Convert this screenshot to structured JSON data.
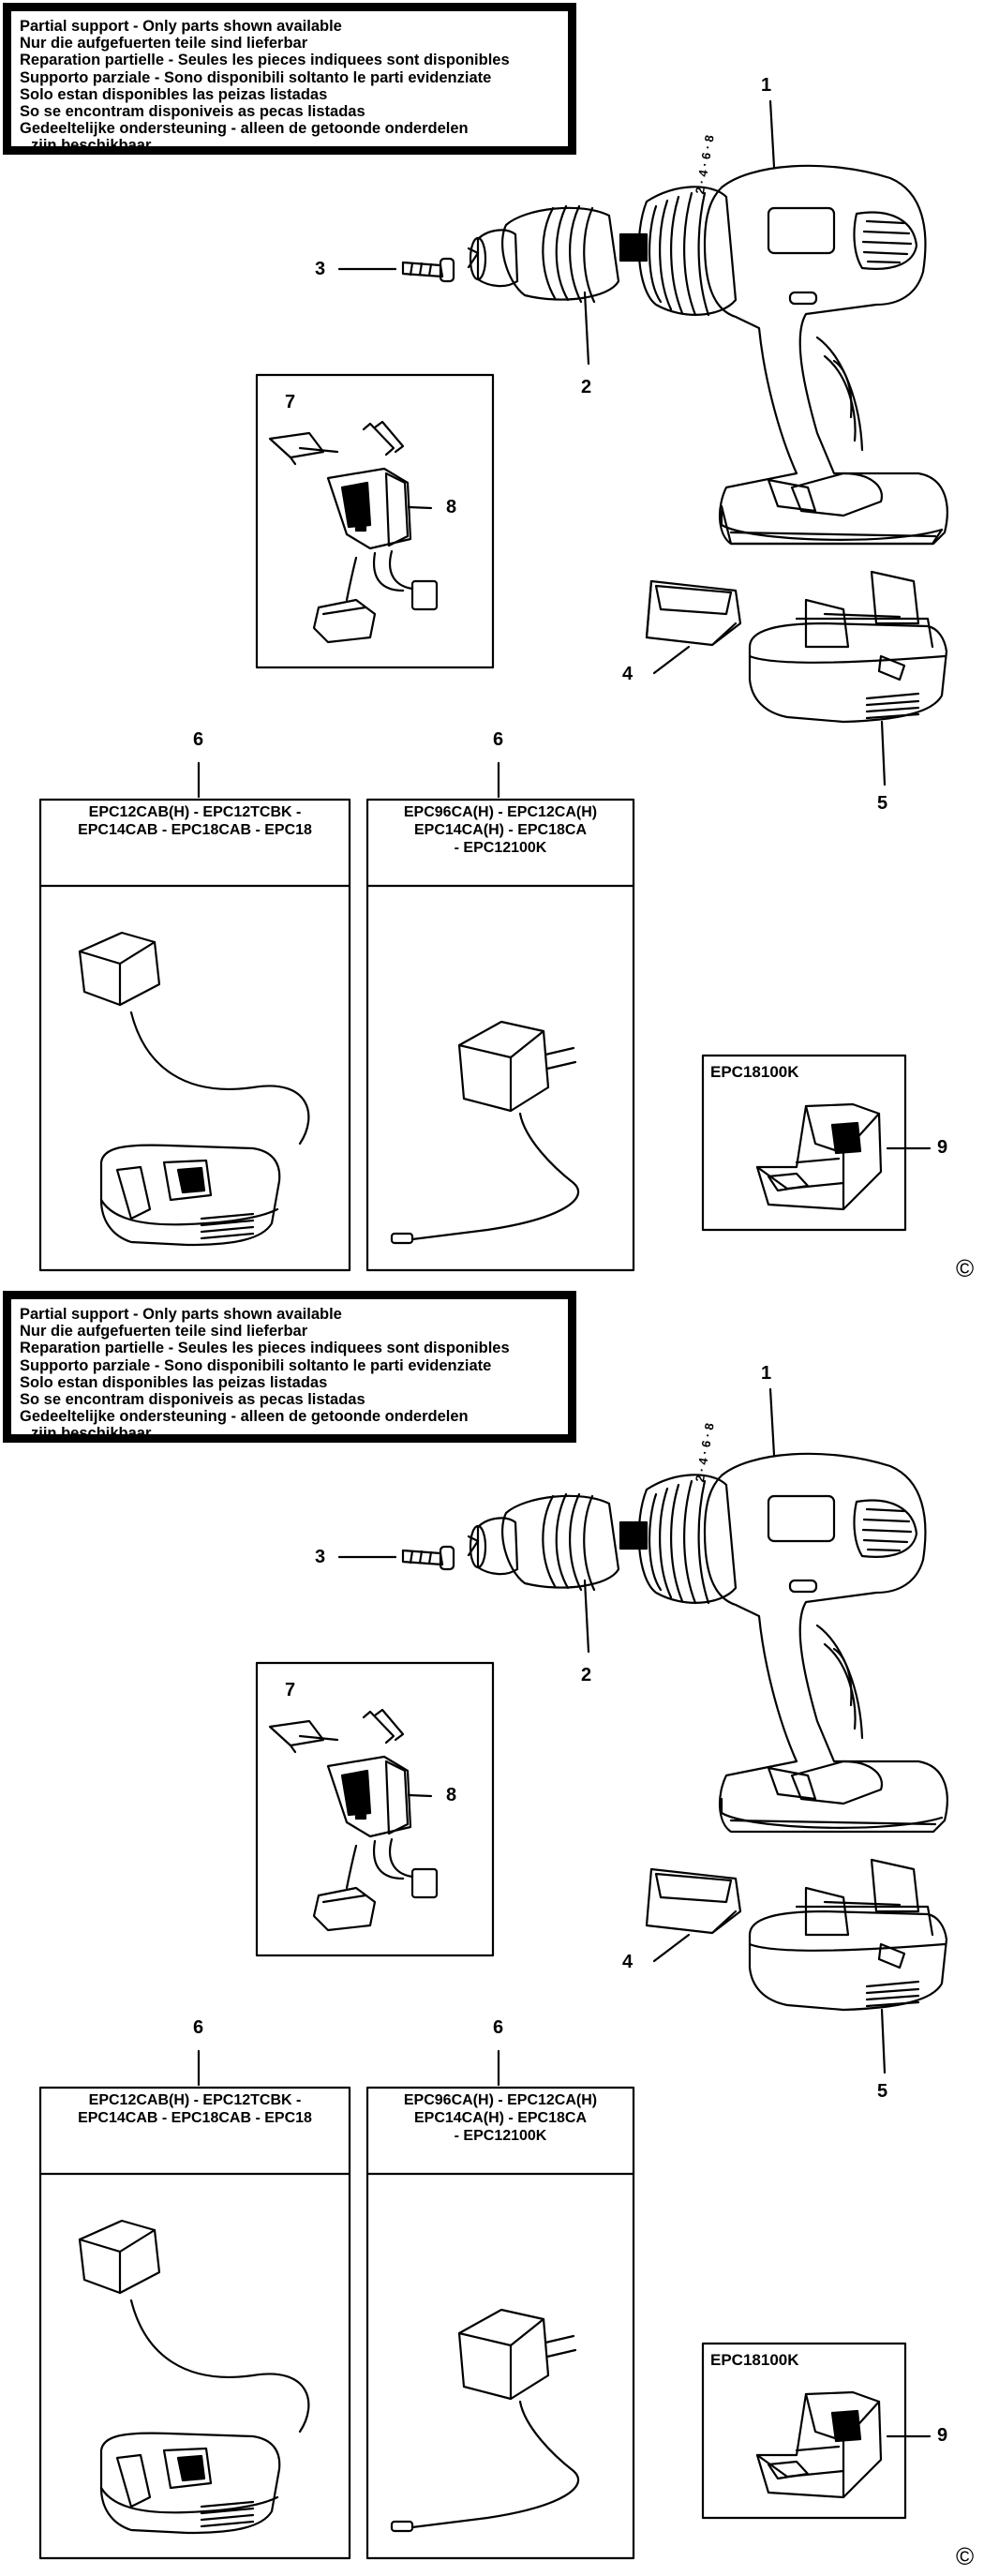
{
  "support_notice": [
    "Partial support - Only parts shown available",
    "Nur die aufgefuerten teile sind lieferbar",
    "Reparation partielle - Seules les pieces indiquees sont disponibles",
    "Supporto parziale - Sono disponibili soltanto le parti evidenziate",
    "Solo estan disponibles las peizas listadas",
    "So se encontram disponiveis as pecas listadas",
    "Gedeeltelijke ondersteuning - alleen de getoonde onderdelen",
    "zijn beschikbaar"
  ],
  "part_numbers": {
    "drill": "1",
    "chuck": "2",
    "screw": "3",
    "battery_cap": "4",
    "battery": "5",
    "charger_dock": "6",
    "charger_plug": "6",
    "switch_lock": "7",
    "switch": "8",
    "kit_case": "9"
  },
  "charger_dock_models": [
    "EPC12CAB(H) - EPC12TCBK -",
    "EPC14CAB - EPC18CAB - EPC18"
  ],
  "charger_plug_models": [
    "EPC96CA(H) - EPC12CA(H)",
    "EPC14CA(H) - EPC18CA",
    "- EPC12100K"
  ],
  "kit_model": "EPC18100K",
  "chuck_scale": "2 · 4 · 6 · 8",
  "copyright_symbol": "©",
  "colors": {
    "ink": "#000000",
    "paper": "#ffffff",
    "shade": "#bdbdbd"
  }
}
